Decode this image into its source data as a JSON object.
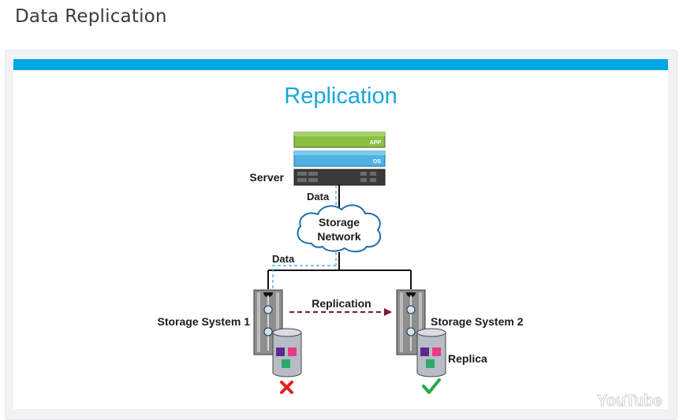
{
  "page": {
    "heading": "Data Replication"
  },
  "video": {
    "accent_color": "#00a7e1",
    "slide": {
      "title": "Replication",
      "server": {
        "label": "Server",
        "app_label": "APP",
        "os_label": "OS"
      },
      "data_label_top": "Data",
      "data_label_bottom": "Data",
      "network": {
        "line1": "Storage",
        "line2": "Network"
      },
      "replication_label": "Replication",
      "storage1": {
        "label": "Storage System 1",
        "status_icon": "x-icon",
        "status_color": "#e0201f"
      },
      "storage2": {
        "label": "Storage System 2",
        "status_icon": "check-icon",
        "status_color": "#2aa84a"
      },
      "replica_label": "Replica"
    },
    "watermark": "YouTube"
  }
}
